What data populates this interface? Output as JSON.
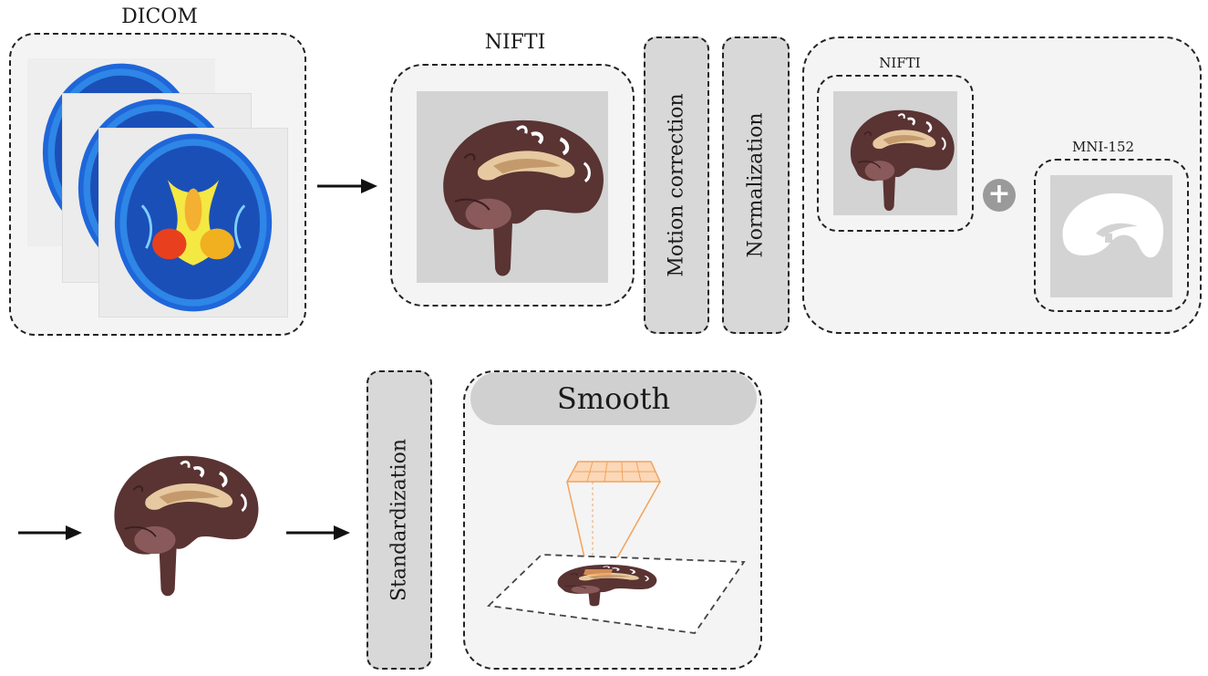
{
  "dicom": {
    "title": "DICOM"
  },
  "nifti": {
    "title": "NIFTI"
  },
  "steps": {
    "motion": "Motion correction",
    "normalization": "Normalization",
    "standardization": "Standardization"
  },
  "normalize_group": {
    "nifti_label": "NIFTI",
    "template_label": "MNI-152",
    "plus_symbol": "+"
  },
  "smooth": {
    "title": "Smooth"
  },
  "colors": {
    "box_bg": "#f4f4f4",
    "image_bg": "#d3d3d3",
    "brain_dark": "#4a2a2a",
    "brain_mid": "#8a5a5a",
    "brain_light": "#e6c9a0",
    "kernel_orange": "#f2a35e",
    "heat_blue": "#1f66d9",
    "heat_yellow": "#f4e842",
    "heat_red": "#e8401e"
  }
}
